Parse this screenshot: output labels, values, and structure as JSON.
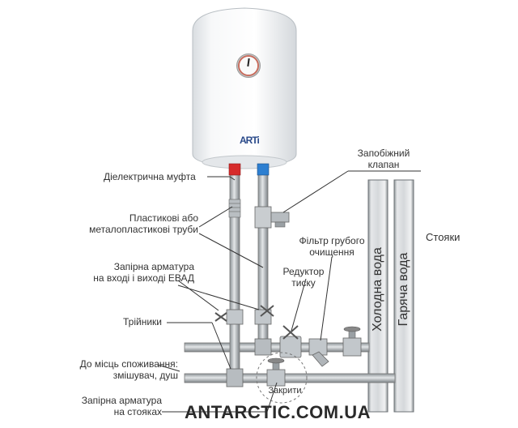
{
  "labels": {
    "dielectric": "Діелектрична муфта",
    "pipes_line1": "Пластикові або",
    "pipes_line2": "металопластикові труби",
    "valves_line1": "Запірна арматура",
    "valves_line2": "на вході і виході ЕВАД",
    "tees": "Трійники",
    "consumers_line1": "До місць споживання:",
    "consumers_line2": "змішувач, душ",
    "risers_valves_line1": "Запірна арматура",
    "risers_valves_line2": "на стояках",
    "safety_line1": "Запобіжний",
    "safety_line2": "клапан",
    "filter_line1": "Фільтр грубого",
    "filter_line2": "очищення",
    "reducer_line1": "Редуктор",
    "reducer_line2": "тиску",
    "risers": "Стояки",
    "cold_water": "Холодна вода",
    "hot_water": "Гаряча вода",
    "closed": "Закрити",
    "website": "ANTARCTIC.COM.UA"
  },
  "heater": {
    "logo": "ARTi"
  },
  "colors": {
    "heater_body": "#f1f3f5",
    "pipe_gray": "#9aa0a4",
    "pipe_dark": "#6f7478",
    "hot_marker": "#d62b2b",
    "cold_marker": "#2d7fd1",
    "text": "#333333"
  }
}
